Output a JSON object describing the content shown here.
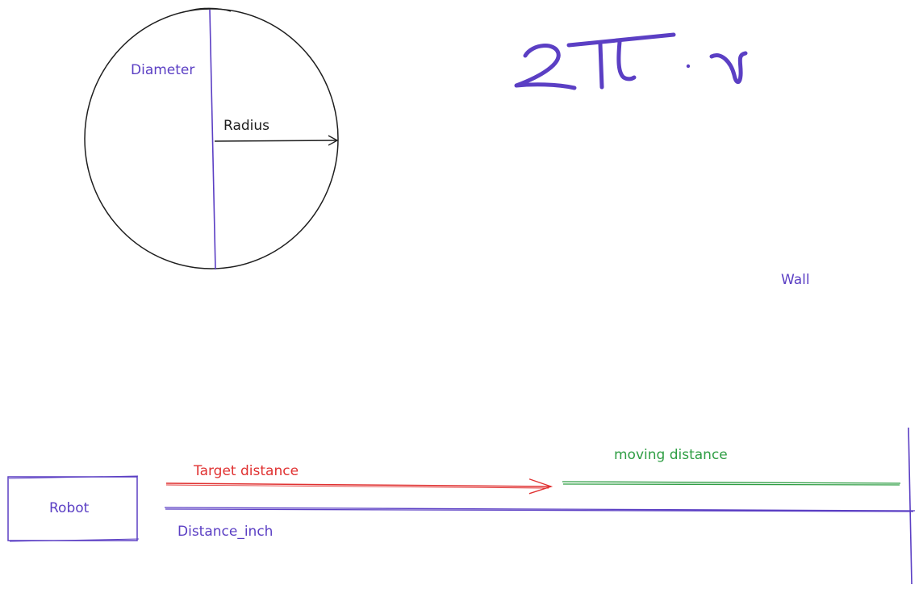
{
  "labels": {
    "diameter": "Diameter",
    "radius": "Radius",
    "wall": "Wall",
    "robot": "Robot",
    "target_distance": "Target distance",
    "moving_distance": "moving distance",
    "distance_inch": "Distance_inch"
  },
  "formula": {
    "two": "2",
    "dot": "·",
    "r": "r"
  },
  "colors": {
    "purple": "#5b3fc4",
    "black": "#1e1e1e",
    "red": "#e03131",
    "green": "#2f9e44"
  }
}
